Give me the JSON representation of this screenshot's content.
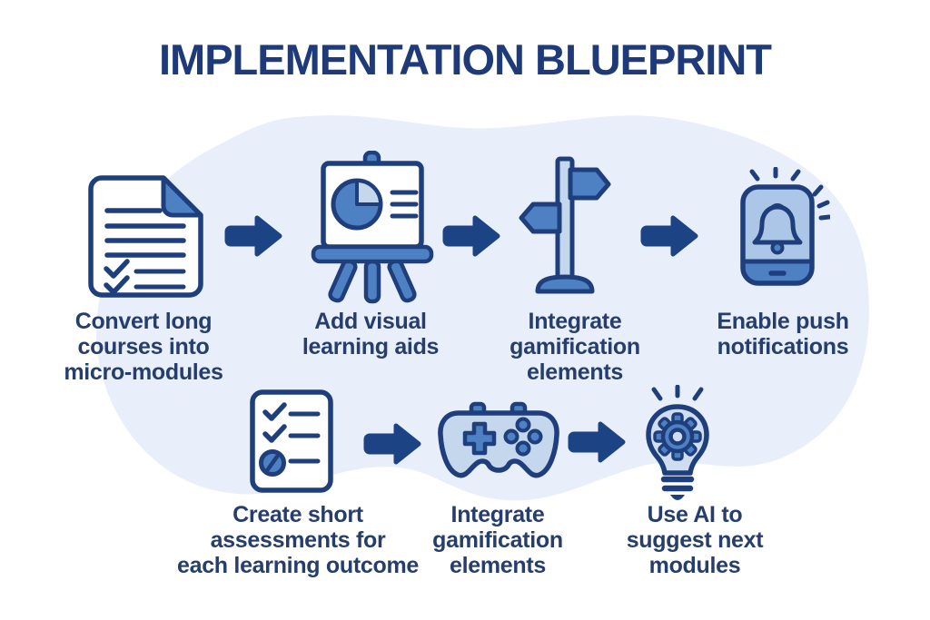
{
  "title": "IMPLEMENTATION BLUEPRINT",
  "colors": {
    "background": "#ffffff",
    "blob": "#e8eefa",
    "navy": "#1f3e7c",
    "arrow": "#1c4384",
    "title_text": "#1e3a78",
    "caption_text": "#263e6b",
    "medium_blue": "#4e80c4",
    "light_blue": "#c5d7ed",
    "screen_blue": "#abc6e7",
    "pale_blue": "#cfddf1"
  },
  "connector_icon": "flow-arrow-icon",
  "rows": [
    {
      "steps": [
        {
          "icon": "document-checklist-icon",
          "lines": [
            "Convert long",
            "courses into",
            "micro-modules"
          ]
        },
        {
          "icon": "presentation-easel-icon",
          "lines": [
            "Add visual",
            "learning aids"
          ]
        },
        {
          "icon": "signpost-icon",
          "lines": [
            "Integrate",
            "gamification",
            "elements"
          ]
        },
        {
          "icon": "phone-notification-icon",
          "lines": [
            "Enable push",
            "notifications"
          ]
        }
      ]
    },
    {
      "steps": [
        {
          "icon": "assessment-checklist-icon",
          "lines": [
            "Create short",
            "assessments for",
            "each learning outcome"
          ]
        },
        {
          "icon": "game-controller-icon",
          "lines": [
            "Integrate",
            "gamification",
            "elements"
          ]
        },
        {
          "icon": "lightbulb-gear-icon",
          "lines": [
            "Use AI to",
            "suggest next",
            "modules"
          ]
        }
      ]
    }
  ]
}
